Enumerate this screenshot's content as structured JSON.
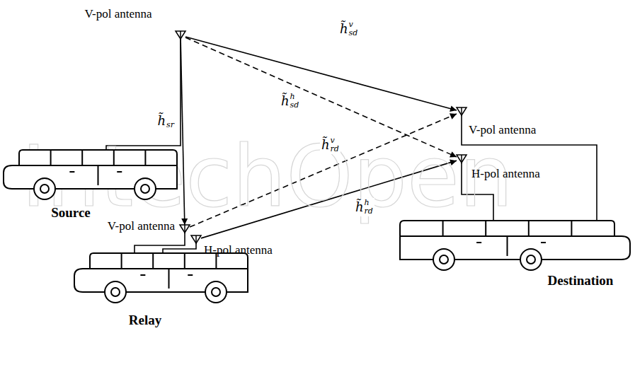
{
  "diagram": {
    "nodes": [
      {
        "text": [
          "Source"
        ]
      },
      {
        "text": [
          "V-pol antenna"
        ]
      },
      {
        "text": [
          "Relay"
        ]
      },
      {
        "text": [
          "V-pol antenna"
        ]
      },
      {
        "text": [
          "H-pol antenna"
        ]
      },
      {
        "text": [
          "Destination"
        ]
      },
      {
        "text": [
          "V-pol antenna"
        ]
      },
      {
        "text": [
          "H-pol antenna"
        ]
      }
    ],
    "edges": [
      {
        "from": 1,
        "to": 3,
        "arrow": "to",
        "label": "h̃sr"
      },
      {
        "from": 1,
        "to": 6,
        "arrow": "to",
        "label": "h̃sdv"
      },
      {
        "from": 1,
        "to": 7,
        "arrow": "to",
        "label": "h̃sdh"
      },
      {
        "from": 3,
        "to": 6,
        "arrow": "to",
        "label": "h̃rdv"
      },
      {
        "from": 4,
        "to": 7,
        "arrow": "to",
        "label": "h̃rdh"
      }
    ],
    "labels": [
      "IntechOpen"
    ]
  }
}
